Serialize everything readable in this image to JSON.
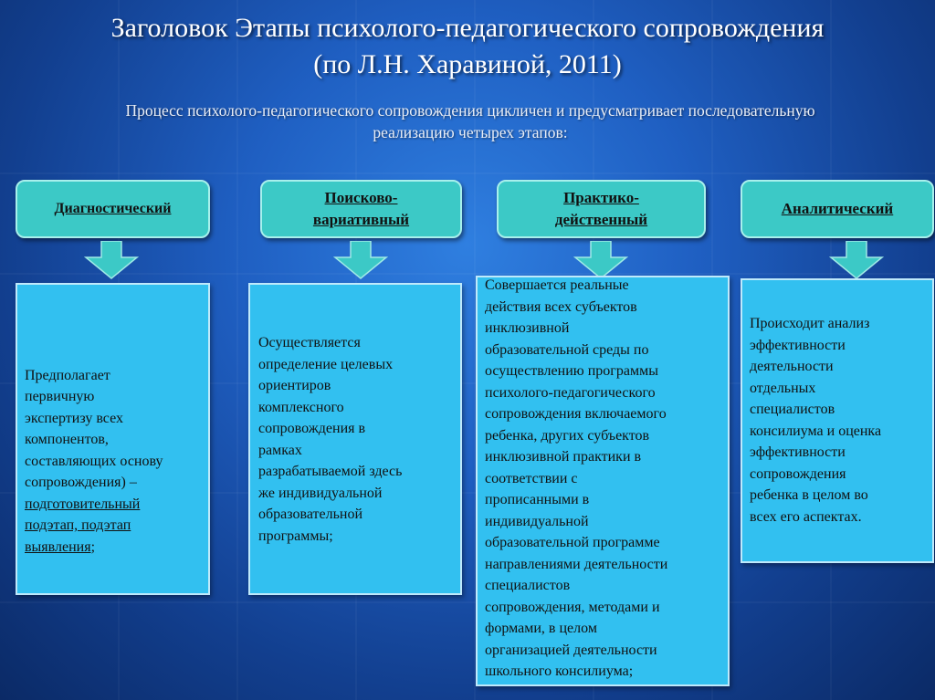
{
  "title": {
    "line1": "Заголовок Этапы психолого-педагогического сопровождения",
    "line2": "(по Л.Н. Харавиной, 2011)"
  },
  "intro": {
    "line1": "Процесс психолого-педагогического сопровождения цикличен и предусматривает последовательную",
    "line2": "реализацию четырех этапов:"
  },
  "stages": [
    {
      "label": "Диагностический",
      "text": "Предполагает\nпервичную\nэкспертизу всех\nкомпонентов,\nсоставляющих основу\nсопровождения) –",
      "text_underlined": "подготовительный\nподэтап, подэтап\nвыявления;"
    },
    {
      "label": "Поисково-\nвариативный",
      "text": "Осуществляется\nопределение целевых\nориентиров\nкомплексного\nсопровождения в\nрамках\nразрабатываемой здесь\nже индивидуальной\nобразовательной\nпрограммы;"
    },
    {
      "label": "Практико-\nдейственный",
      "text": "Совершается реальные\nдействия всех субъектов\nинклюзивной\nобразовательной среды по\nосуществлению программы\nпсихолого-педагогического\nсопровождения включаемого\nребенка, других субъектов\nинклюзивной практики в\nсоответствии с\nпрописанными в\nиндивидуальной\nобразовательной программе\nнаправлениями деятельности\nспециалистов\nсопровождения, методами и\nформами, в целом\nорганизацией деятельности\nшкольного консилиума;"
    },
    {
      "label": "Аналитический",
      "text": "Происходит анализ\nэффективности\nдеятельности\nотдельных\nспециалистов\nконсилиума и оценка\nэффективности\nсопровождения\nребенка в целом во\nвсех его аспектах."
    }
  ],
  "colors": {
    "header_fill": "#3cc9c6",
    "box_fill": "#32c0f0",
    "arrow_fill": "#3cc9c6",
    "background": "#1f5fc2"
  }
}
